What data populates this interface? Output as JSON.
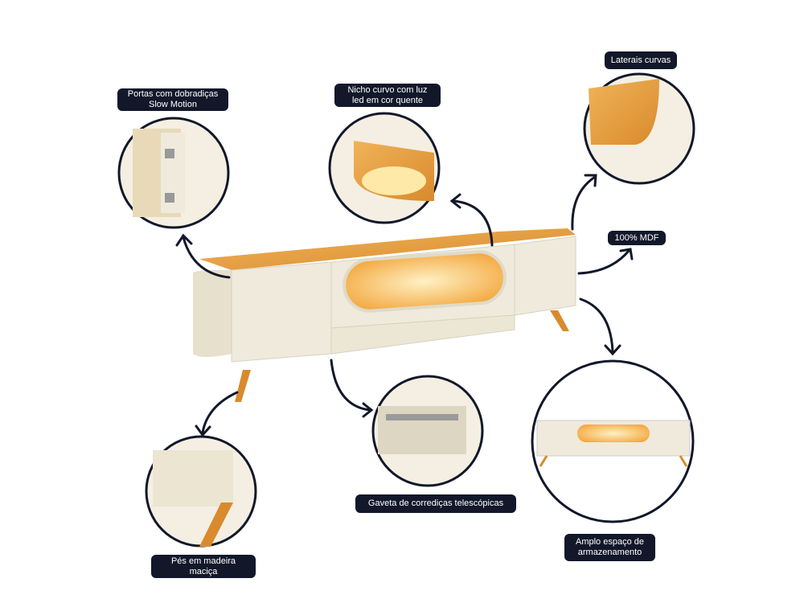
{
  "labels": {
    "hinges": [
      "Portas com dobradiças",
      "Slow Motion"
    ],
    "niche": [
      "Nicho curvo com luz",
      "led em cor quente"
    ],
    "sides": "Laterais curvas",
    "material": "100% MDF",
    "drawer": "Gaveta de corrediças telescópicas",
    "storage": [
      "Amplo espaço de",
      "armazenamento"
    ],
    "feet": [
      "Pés em madeira",
      "maciça"
    ]
  },
  "colors": {
    "label_bg": "#12182a",
    "wood": "#e39a3a",
    "body": "#efeadb",
    "led": "#ffd98a",
    "outline": "#12182a"
  }
}
